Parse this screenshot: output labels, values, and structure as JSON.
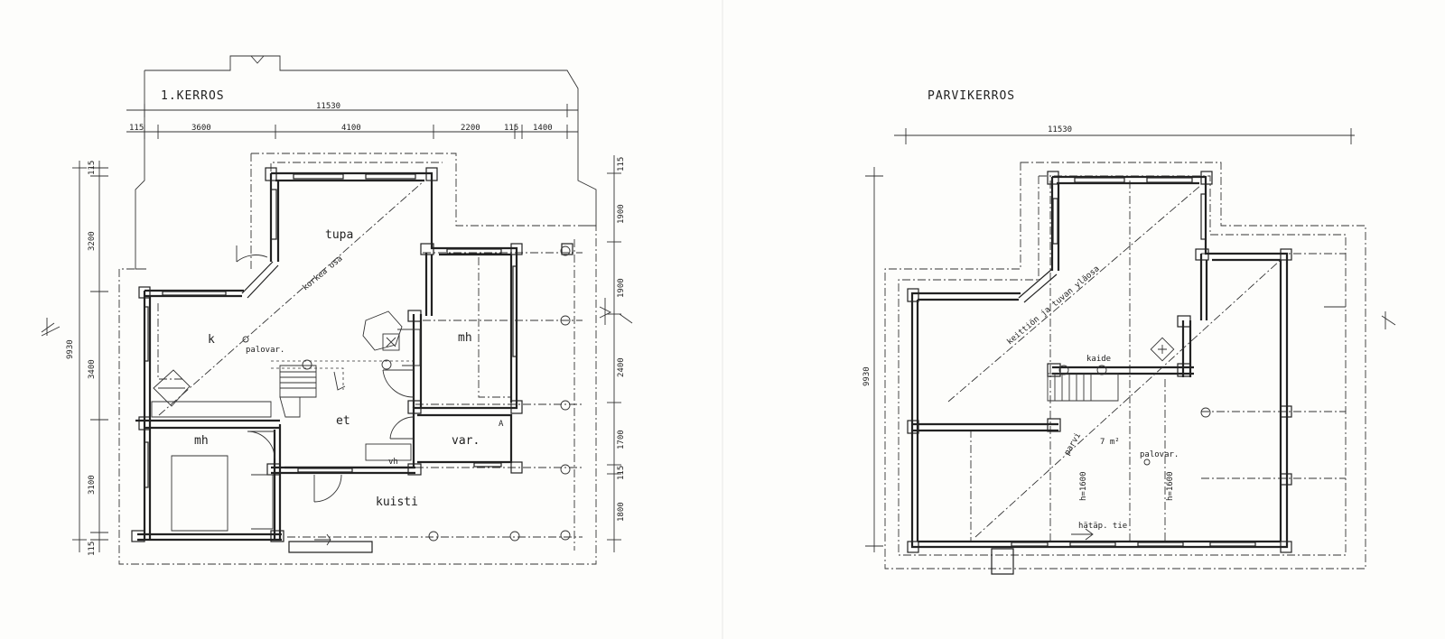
{
  "plans": {
    "first_floor": {
      "title": "1.KERROS",
      "dims_top": [
        "11530",
        "115",
        "3600",
        "4100",
        "2200",
        "115",
        "1400"
      ],
      "dims_left": [
        "9930",
        "115",
        "3200",
        "3400",
        "3100",
        "115"
      ],
      "dims_right": [
        "115",
        "1900",
        "1900",
        "2400",
        "1700",
        "115",
        "1800"
      ],
      "rooms": {
        "tupa": "tupa",
        "k": "k",
        "mh_upper": "mh",
        "mh_lower": "mh",
        "et": "et",
        "var": "var.",
        "kuisti": "kuisti",
        "vh": "vh"
      },
      "labels": {
        "korkea_osa": "korkea osa",
        "palovar": "palovar.",
        "marker_a": "A"
      }
    },
    "loft": {
      "title": "PARVIKERROS",
      "dims_top": [
        "11530"
      ],
      "dims_left": [
        "9930"
      ],
      "labels": {
        "diagonal": "keittiön ja tuvan yläosa",
        "kaide": "kaide",
        "parvi": "parvi",
        "area": "7 m²",
        "palovar": "palovar.",
        "height_a": "h=1600",
        "height_b": "h=1600",
        "hatap": "hätäp. tie"
      }
    }
  }
}
